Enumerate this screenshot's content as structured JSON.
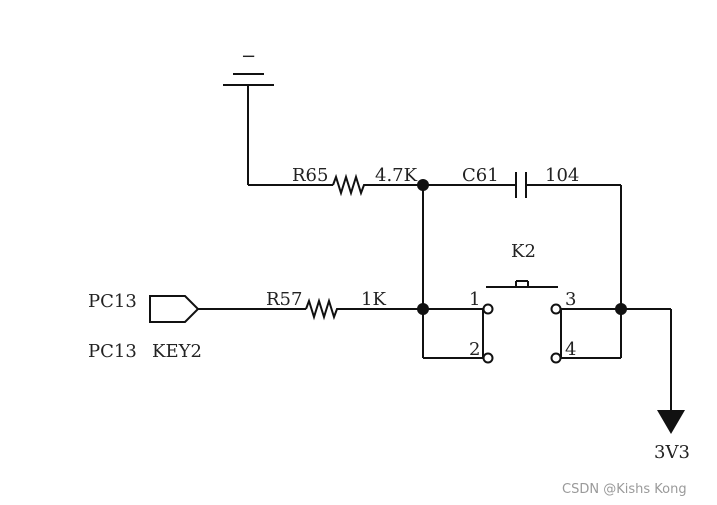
{
  "labels": {
    "gnd_mark": "−",
    "r65_ref": "R65",
    "r65_val": "4.7K",
    "c61_ref": "C61",
    "c61_val": "104",
    "pc13_port": "PC13",
    "pc13_net": "PC13",
    "key2_net": "KEY2",
    "r57_ref": "R57",
    "r57_val": "1K",
    "k2_ref": "K2",
    "pin1": "1",
    "pin2": "2",
    "pin3": "3",
    "pin4": "4",
    "vcc": "3V3"
  },
  "watermark": "CSDN @Kishs Kong",
  "colors": {
    "wire": "#111111",
    "text": "#222222",
    "watermark": "#9a9a9a"
  }
}
